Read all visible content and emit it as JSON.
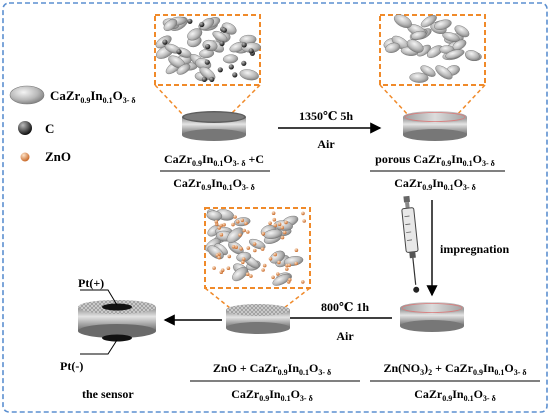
{
  "legend": {
    "items": [
      {
        "symbol": "CaZr",
        "sub1": "0.9",
        "mid": "In",
        "sub2": "0.1",
        "tail": "O",
        "sub3": "3- δ"
      },
      {
        "text": "C"
      },
      {
        "text": "ZnO"
      }
    ]
  },
  "step1": {
    "top": {
      "a": "CaZr",
      "s1": "0.9",
      "b": "In",
      "s2": "0.1",
      "c": "O",
      "s3": "3- δ",
      "d": " +C"
    },
    "bottom": {
      "a": "CaZr",
      "s1": "0.9",
      "b": "In",
      "s2": "0.1",
      "c": "O",
      "s3": "3- δ"
    }
  },
  "arrow1": {
    "above": "1350℃ 5h",
    "below": "Air"
  },
  "step2": {
    "top": {
      "pre": "porous CaZr",
      "s1": "0.9",
      "b": "In",
      "s2": "0.1",
      "c": "O",
      "s3": "3- δ"
    },
    "bottom": {
      "a": "CaZr",
      "s1": "0.9",
      "b": "In",
      "s2": "0.1",
      "c": "O",
      "s3": "3- δ"
    }
  },
  "arrow2": {
    "label": "impregnation"
  },
  "step3": {
    "top": {
      "pre": "Zn(NO",
      "s0": "3",
      "mid": ")",
      "s00": "2",
      "plus": " + CaZr",
      "s1": "0.9",
      "b": "In",
      "s2": "0.1",
      "c": "O",
      "s3": "3- δ"
    },
    "bottom": {
      "a": "CaZr",
      "s1": "0.9",
      "b": "In",
      "s2": "0.1",
      "c": "O",
      "s3": "3- δ"
    }
  },
  "arrow3": {
    "above": "800℃ 1h",
    "below": "Air"
  },
  "step4": {
    "top": {
      "pre": "ZnO + CaZr",
      "s1": "0.9",
      "b": "In",
      "s2": "0.1",
      "c": "O",
      "s3": "3- δ"
    },
    "bottom": {
      "a": "CaZr",
      "s1": "0.9",
      "b": "In",
      "s2": "0.1",
      "c": "O",
      "s3": "3- δ"
    }
  },
  "sensor": {
    "pt_plus": "Pt(+)",
    "pt_minus": "Pt(-)",
    "caption": "the sensor"
  },
  "colors": {
    "frame": "#5b8fd0",
    "zoom_box": "#f08a2a",
    "grain_fill": "#c8c8c8",
    "carbon": "#333333",
    "zno": "#e8a070",
    "disk_side": "#909090",
    "disk_top": "#d0d0d0"
  }
}
